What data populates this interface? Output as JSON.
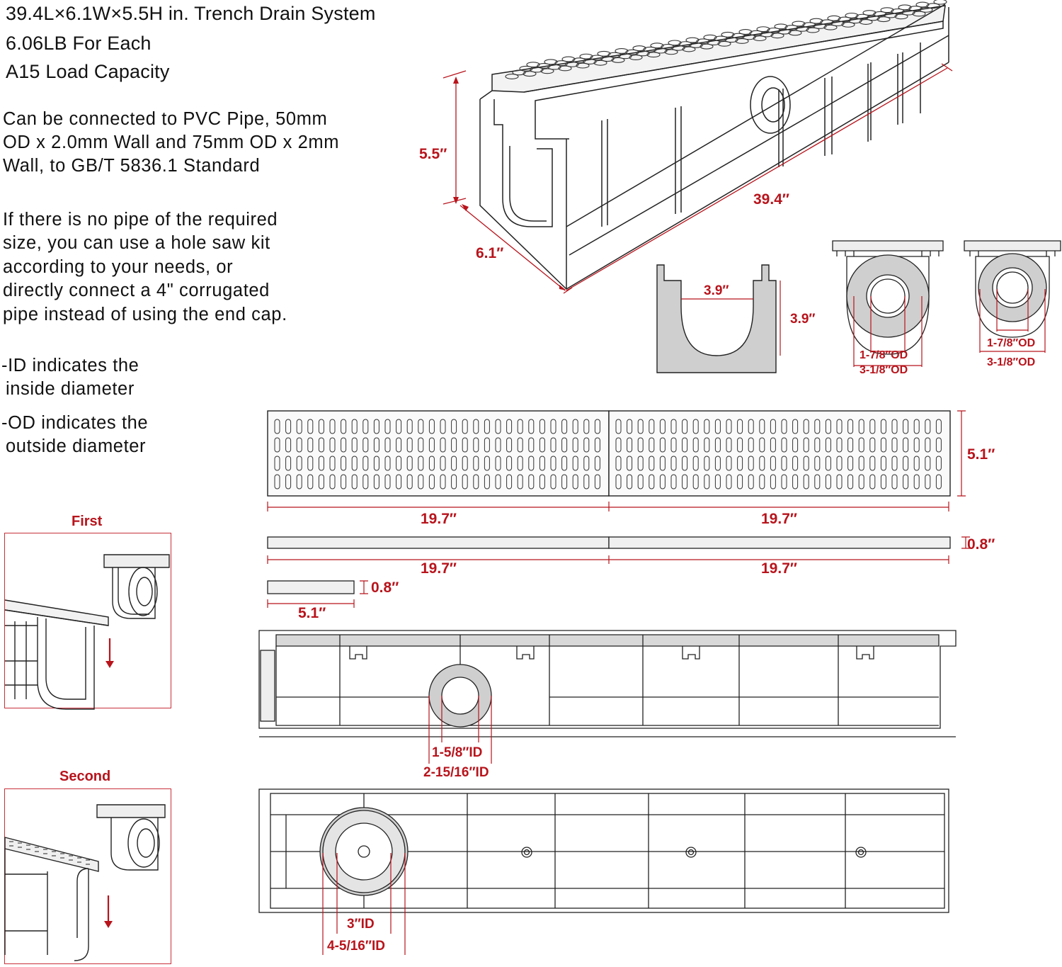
{
  "heading": {
    "line1": "39.4L×6.1W×5.5H in. Trench Drain System",
    "line2": "6.06LB For Each",
    "line3": "A15 Load Capacity"
  },
  "paragraphs": [
    "Can be connected to PVC Pipe, 50mm",
    "OD x 2.0mm Wall and 75mm OD x 2mm",
    "Wall, to GB/T 5836.1 Standard",
    "If there is no pipe of the required",
    "size, you can use a hole saw kit",
    "according to your needs, or",
    "directly connect a 4\" corrugated",
    "pipe instead of using the end cap."
  ],
  "notes": {
    "id_line1": "-ID indicates the",
    "id_line2": "inside diameter",
    "od_line1": "-OD indicates the",
    "od_line2": "outside diameter"
  },
  "steps": {
    "first": "First",
    "second": "Second"
  },
  "dimensions": {
    "iso_height": "5.5″",
    "iso_length": "39.4″",
    "iso_width": "6.1″",
    "channel_width": "3.9″",
    "channel_depth": "3.9″",
    "cap1_inner": "1-7/8″OD",
    "cap1_outer": "3-1/8″OD",
    "cap2_inner": "1-7/8″OD",
    "cap2_outer": "3-1/8″OD",
    "grate_width": "5.1″",
    "grate_left": "19.7″",
    "grate_right": "19.7″",
    "side_thickness": "0.8″",
    "side_left": "19.7″",
    "side_right": "19.7″",
    "end_thickness": "0.8″",
    "end_width": "5.1″",
    "side_view_id": "1-5/8″ID",
    "side_view_od": "2-15/16″ID",
    "bottom_id": "3″ID",
    "bottom_od": "4-5/16″ID"
  },
  "colors": {
    "accent": "#b8141c",
    "line": "#222222",
    "fill": "#cfcfcf"
  }
}
